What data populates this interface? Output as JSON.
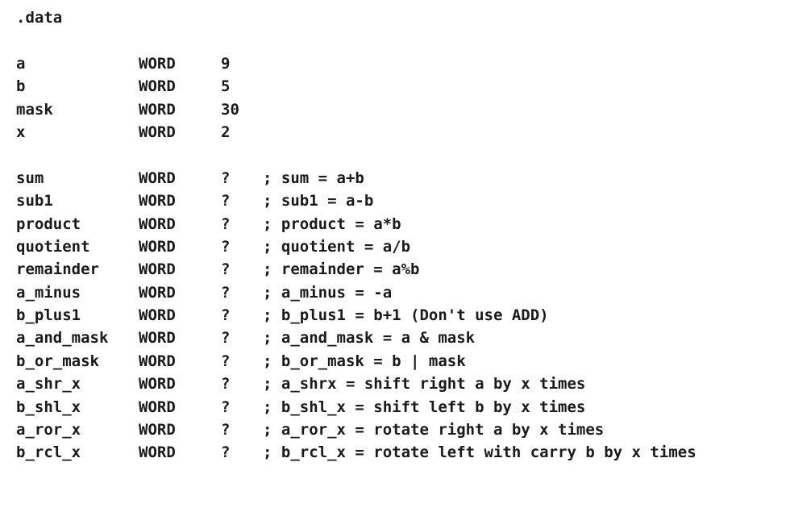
{
  "section": ".data",
  "initialized": [
    {
      "name": "a",
      "type": "WORD",
      "value": "9"
    },
    {
      "name": "b",
      "type": "WORD",
      "value": "5"
    },
    {
      "name": "mask",
      "type": "WORD",
      "value": "30"
    },
    {
      "name": "x",
      "type": "WORD",
      "value": "2"
    }
  ],
  "uninitialized": [
    {
      "name": "sum",
      "type": "WORD",
      "value": "?",
      "comment": "; sum = a+b"
    },
    {
      "name": "sub1",
      "type": "WORD",
      "value": "?",
      "comment": "; sub1 = a-b"
    },
    {
      "name": "product",
      "type": "WORD",
      "value": "?",
      "comment": "; product = a*b"
    },
    {
      "name": "quotient",
      "type": "WORD",
      "value": "?",
      "comment": "; quotient = a/b"
    },
    {
      "name": "remainder",
      "type": "WORD",
      "value": "?",
      "comment": "; remainder = a%b"
    },
    {
      "name": "a_minus",
      "type": "WORD",
      "value": "?",
      "comment": "; a_minus = -a"
    },
    {
      "name": "b_plus1",
      "type": "WORD",
      "value": "?",
      "comment": "; b_plus1 = b+1 (Don't use ADD)"
    },
    {
      "name": "a_and_mask",
      "type": "WORD",
      "value": "?",
      "comment": "; a_and_mask = a & mask"
    },
    {
      "name": "b_or_mask",
      "type": "WORD",
      "value": "?",
      "comment": "; b_or_mask = b | mask"
    },
    {
      "name": "a_shr_x",
      "type": "WORD",
      "value": "?",
      "comment": "; a_shrx = shift right a by x times"
    },
    {
      "name": "b_shl_x",
      "type": "WORD",
      "value": "?",
      "comment": "; b_shl_x = shift left b by x times"
    },
    {
      "name": "a_ror_x",
      "type": "WORD",
      "value": "?",
      "comment": "; a_ror_x = rotate right a by x times"
    },
    {
      "name": "b_rcl_x",
      "type": "WORD",
      "value": "?",
      "comment": "; b_rcl_x = rotate left with carry b by x times"
    }
  ]
}
